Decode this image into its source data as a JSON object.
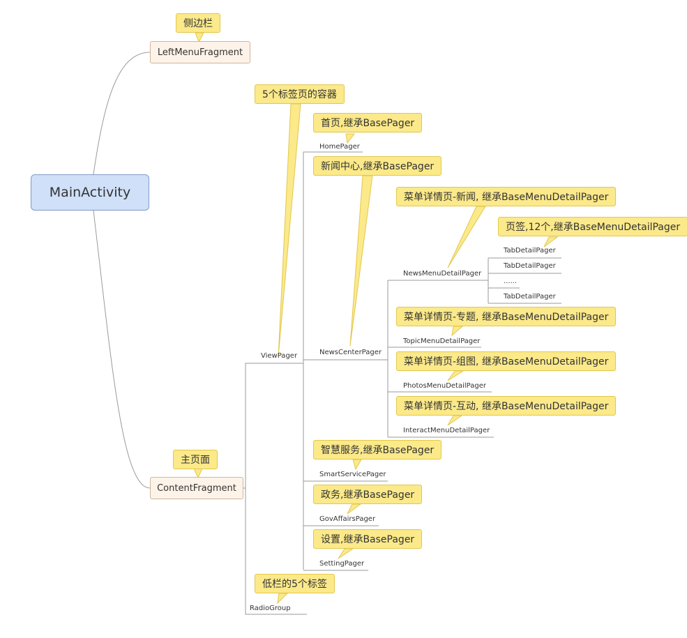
{
  "root": {
    "label": "MainActivity"
  },
  "fragments": {
    "left_menu": "LeftMenuFragment",
    "content": "ContentFragment"
  },
  "content_children": {
    "view_pager": "ViewPager",
    "radio_group": "RadioGroup"
  },
  "pagers": {
    "home": "HomePager",
    "news_center": "NewsCenterPager",
    "smart_service": "SmartServicePager",
    "gov_affairs": "GovAffairsPager",
    "setting": "SettingPager"
  },
  "menu_detail_pagers": {
    "news": "NewsMenuDetailPager",
    "topic": "TopicMenuDetailPager",
    "photos": "PhotosMenuDetailPager",
    "interact": "InteractMenuDetailPager"
  },
  "tab_pagers": [
    "TabDetailPager",
    "TabDetailPager",
    "......",
    "TabDetailPager"
  ],
  "notes": {
    "left_menu": "侧边栏",
    "content": "主页面",
    "view_pager": "5个标签页的容器",
    "home": "首页,继承BasePager",
    "news_center": "新闻中心,继承BasePager",
    "news_menu": "菜单详情页-新闻, 继承BaseMenuDetailPager",
    "tabs": "页签,12个,继承BaseMenuDetailPager",
    "topic_menu": "菜单详情页-专题, 继承BaseMenuDetailPager",
    "photos_menu": "菜单详情页-组图, 继承BaseMenuDetailPager",
    "interact_menu": "菜单详情页-互动, 继承BaseMenuDetailPager",
    "smart_service": "智慧服务,继承BasePager",
    "gov_affairs": "政务,继承BasePager",
    "setting": "设置,继承BasePager",
    "radio_group": "低栏的5个标签"
  }
}
